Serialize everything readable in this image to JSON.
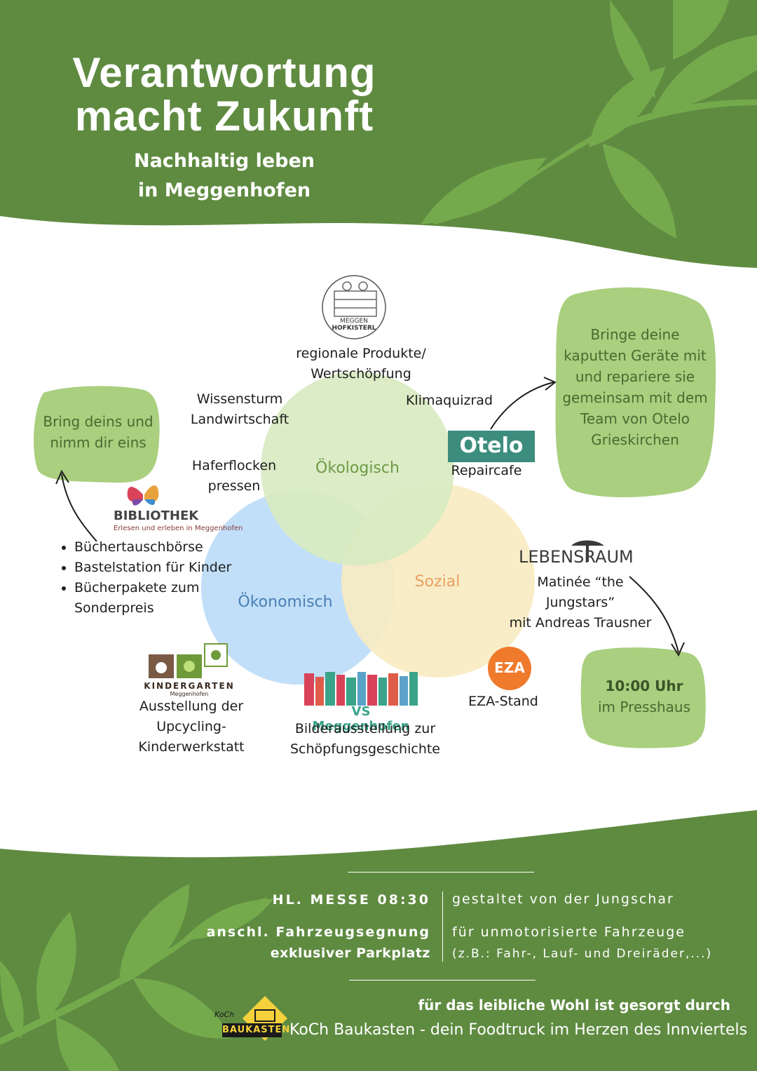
{
  "header": {
    "title_line1": "Verantwortung",
    "title_line2": "macht Zukunft",
    "subtitle_line1": "Nachhaltig leben",
    "subtitle_line2": "in Meggenhofen"
  },
  "colors": {
    "dark_green": "#5f8b41",
    "leaf_green": "#74aa4c",
    "blob_green": "#a9cf7f",
    "circle_green": "#d8eac1",
    "circle_blue": "#bcdcf8",
    "circle_yellow": "#f8ebc2",
    "label_green": "#6f9a47",
    "label_blue": "#4a7fb3",
    "label_orange": "#e8a060"
  },
  "circles": {
    "oekologisch": "Ökologisch",
    "oekonomisch": "Ökonomisch",
    "sozial": "Sozial"
  },
  "items": {
    "hofkisterl_logo_line1": "MEGGEN",
    "hofkisterl_logo_line2": "HOFKISTERL",
    "regionale_line1": "regionale Produkte/",
    "regionale_line2": "Wertschöpfung",
    "wissensturm_line1": "Wissensturm",
    "wissensturm_line2": "Landwirtschaft",
    "klimaquizrad": "Klimaquizrad",
    "haferflocken_line1": "Haferflocken",
    "haferflocken_line2": "pressen",
    "otelo_logo": "Otelo",
    "repaircafe": "Repaircafe",
    "bibliothek_logo": "BIBLIOTHEK",
    "bibliothek_tagline": "Erlesen und erleben in Meggenhofen",
    "bibliothek_list": [
      "Büchertauschbörse",
      "Bastelstation für Kinder",
      "Bücherpakete zum Sonderpreis"
    ],
    "lebensraum_logo": "LEBENSRAUM",
    "matinee_line1": "Matinée “the",
    "matinee_line2": "Jungstars”",
    "matinee_line3": "mit Andreas Trausner",
    "kindergarten_logo": "KINDERGARTEN",
    "kindergarten_logo_sub": "Meggenhofen",
    "kindergarten_line1": "Ausstellung der",
    "kindergarten_line2": "Upcycling-",
    "kindergarten_line3": "Kinderwerkstatt",
    "vs_logo": "VS Meggenhofen",
    "vs_line1": "Bilderausstellung zur",
    "vs_line2": "Schöpfungsgeschichte",
    "eza_logo": "EZA",
    "eza_stand": "EZA-Stand"
  },
  "blobs": {
    "bring_line1": "Bring deins und",
    "bring_line2": "nimm dir eins",
    "repair_lines": [
      "Bringe deine",
      "kaputten Geräte mit",
      "und repariere sie",
      "gemeinsam mit dem",
      "Team von Otelo",
      "Grieskirchen"
    ],
    "time_line1": "10:00 Uhr",
    "time_line2": "im Presshaus"
  },
  "footer": {
    "messe": "HL. MESSE 08:30",
    "messe_desc": "gestaltet von der Jungschar",
    "segnung": "anschl. Fahrzeugsegnung",
    "parkplatz": "exklusiver Parkplatz",
    "segnung_desc": "für unmotorisierte Fahrzeuge",
    "segnung_desc2": "(z.B.: Fahr-, Lauf- und Dreiräder,...)",
    "wohl": "für das leibliche Wohl ist gesorgt durch",
    "koch_logo_top": "KoCh",
    "koch_logo": "BAUKASTEN",
    "koch_desc": "KoCh Baukasten - dein Foodtruck im Herzen des Innviertels"
  }
}
